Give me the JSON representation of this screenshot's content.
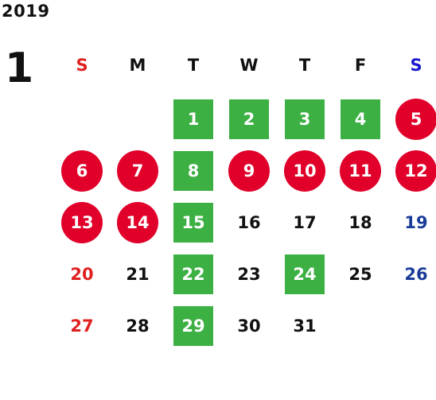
{
  "year": "2019",
  "month": "1",
  "colors": {
    "sunday": "#e02020",
    "saturday": "#1a3c99",
    "saturday_header": "#1a1acc",
    "workday_mark": "#3cb043",
    "holiday_mark": "#e0002a"
  },
  "weekdays": [
    {
      "label": "S",
      "kind": "sun"
    },
    {
      "label": "M",
      "kind": "plain"
    },
    {
      "label": "T",
      "kind": "plain"
    },
    {
      "label": "W",
      "kind": "plain"
    },
    {
      "label": "T",
      "kind": "plain"
    },
    {
      "label": "F",
      "kind": "plain"
    },
    {
      "label": "S",
      "kind": "sat"
    }
  ],
  "weeks": [
    [
      {
        "day": "",
        "style": "empty"
      },
      {
        "day": "",
        "style": "empty"
      },
      {
        "day": "1",
        "style": "square"
      },
      {
        "day": "2",
        "style": "square"
      },
      {
        "day": "3",
        "style": "square"
      },
      {
        "day": "4",
        "style": "square"
      },
      {
        "day": "5",
        "style": "circle"
      }
    ],
    [
      {
        "day": "6",
        "style": "circle"
      },
      {
        "day": "7",
        "style": "circle"
      },
      {
        "day": "8",
        "style": "square"
      },
      {
        "day": "9",
        "style": "circle"
      },
      {
        "day": "10",
        "style": "circle"
      },
      {
        "day": "11",
        "style": "circle"
      },
      {
        "day": "12",
        "style": "circle"
      }
    ],
    [
      {
        "day": "13",
        "style": "circle"
      },
      {
        "day": "14",
        "style": "circle"
      },
      {
        "day": "15",
        "style": "square"
      },
      {
        "day": "16",
        "style": "plain"
      },
      {
        "day": "17",
        "style": "plain"
      },
      {
        "day": "18",
        "style": "plain"
      },
      {
        "day": "19",
        "style": "sat"
      }
    ],
    [
      {
        "day": "20",
        "style": "sun"
      },
      {
        "day": "21",
        "style": "plain"
      },
      {
        "day": "22",
        "style": "square"
      },
      {
        "day": "23",
        "style": "plain"
      },
      {
        "day": "24",
        "style": "square"
      },
      {
        "day": "25",
        "style": "plain"
      },
      {
        "day": "26",
        "style": "sat"
      }
    ],
    [
      {
        "day": "27",
        "style": "sun"
      },
      {
        "day": "28",
        "style": "plain"
      },
      {
        "day": "29",
        "style": "square"
      },
      {
        "day": "30",
        "style": "plain"
      },
      {
        "day": "31",
        "style": "plain"
      },
      {
        "day": "",
        "style": "empty"
      },
      {
        "day": "",
        "style": "empty"
      }
    ]
  ]
}
